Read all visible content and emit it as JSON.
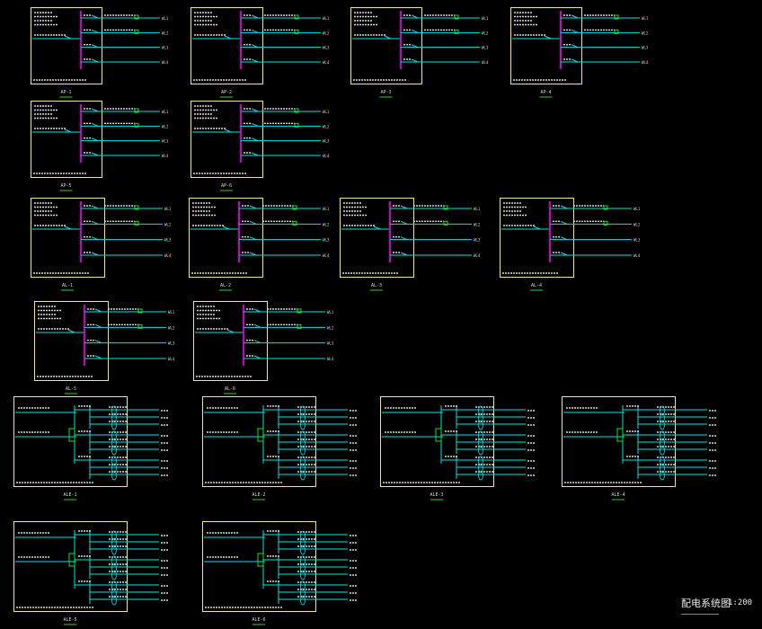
{
  "drawing": {
    "title": "配电系统图",
    "scale": "1:200"
  },
  "colors": {
    "background": "#000000",
    "frame": "#f0e68c",
    "busbar": "#e000e0",
    "circuit": "#00e5e5",
    "text": "#d8d8d8",
    "marker": "#20e020",
    "label_underline": "#20e020"
  },
  "panels": [
    {
      "label": "AP-1",
      "type": "A",
      "outputs": [
        "WL1",
        "WL2",
        "WL3",
        "WL4"
      ]
    },
    {
      "label": "AP-2",
      "type": "A",
      "outputs": [
        "WL1",
        "WL2",
        "WL3",
        "WL4"
      ]
    },
    {
      "label": "AP-3",
      "type": "A",
      "outputs": [
        "WL1",
        "WL2",
        "WL3",
        "WL4"
      ]
    },
    {
      "label": "AP-4",
      "type": "A",
      "outputs": [
        "WL1",
        "WL2",
        "WL3",
        "WL4"
      ]
    },
    {
      "label": "AP-5",
      "type": "A",
      "outputs": [
        "WL1",
        "WL2",
        "WL3",
        "WL4"
      ]
    },
    {
      "label": "AP-6",
      "type": "A",
      "outputs": [
        "WL1",
        "WL2",
        "WL3",
        "WL4"
      ]
    },
    {
      "label": "AL-1",
      "type": "B",
      "outputs": [
        "WL1",
        "WL2",
        "WL3",
        "WL4"
      ]
    },
    {
      "label": "AL-2",
      "type": "B",
      "outputs": [
        "WL1",
        "WL2",
        "WL3",
        "WL4"
      ]
    },
    {
      "label": "AL-3",
      "type": "B",
      "outputs": [
        "WL1",
        "WL2",
        "WL3",
        "WL4"
      ]
    },
    {
      "label": "AL-4",
      "type": "B",
      "outputs": [
        "WL1",
        "WL2",
        "WL3",
        "WL4"
      ]
    },
    {
      "label": "AL-5",
      "type": "B",
      "outputs": [
        "WL1",
        "WL2",
        "WL3",
        "WL4"
      ]
    },
    {
      "label": "AL-6",
      "type": "B",
      "outputs": [
        "WL1",
        "WL2",
        "WL3",
        "WL4"
      ]
    },
    {
      "label": "ALE-1",
      "type": "C",
      "outputs": [
        "WE1",
        "WE2",
        "WE3"
      ]
    },
    {
      "label": "ALE-2",
      "type": "C",
      "outputs": [
        "WE1",
        "WE2",
        "WE3"
      ]
    },
    {
      "label": "ALE-3",
      "type": "C",
      "outputs": [
        "WE1",
        "WE2",
        "WE3"
      ]
    },
    {
      "label": "ALE-4",
      "type": "C",
      "outputs": [
        "WE1",
        "WE2",
        "WE3"
      ]
    },
    {
      "label": "ALE-5",
      "type": "C",
      "outputs": [
        "WE1",
        "WE2",
        "WE3"
      ]
    },
    {
      "label": "ALE-6",
      "type": "C",
      "outputs": [
        "WE1",
        "WE2",
        "WE3"
      ]
    }
  ]
}
